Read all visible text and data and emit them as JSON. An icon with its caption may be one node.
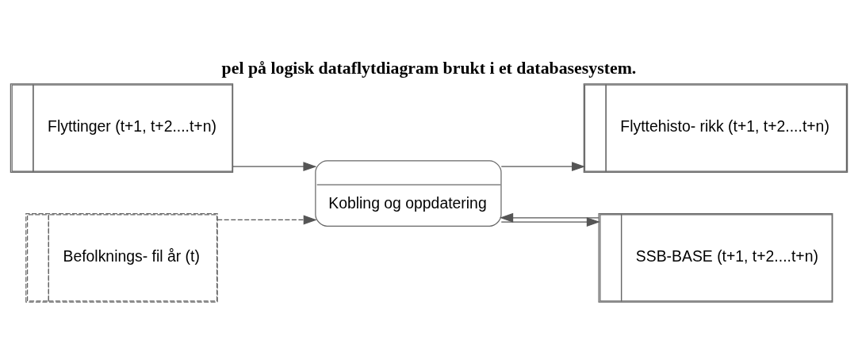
{
  "diagram": {
    "title": "pel på logisk dataflytdiagram brukt i et databasesystem.",
    "nodes": [
      {
        "text": [
          "Flyttinger (t+1, t+2....t+n)"
        ]
      },
      {
        "text": [
          "Befolknings- fil år (t)"
        ]
      },
      {
        "text": [
          "Kobling og oppdatering"
        ]
      },
      {
        "text": [
          "Flyttehisto- rikk (t+1, t+2....t+n)"
        ]
      },
      {
        "text": [
          "SSB-BASE (t+1, t+2....t+n)"
        ]
      }
    ],
    "edges": [
      {
        "from": 0,
        "to": 2,
        "arrow": "to"
      },
      {
        "from": 1,
        "to": 2,
        "arrow": "to",
        "style": "dashed"
      },
      {
        "from": 4,
        "to": 2,
        "arrow": "to"
      },
      {
        "from": 2,
        "to": 3,
        "arrow": "to"
      },
      {
        "from": 2,
        "to": 4,
        "arrow": "to"
      }
    ]
  }
}
